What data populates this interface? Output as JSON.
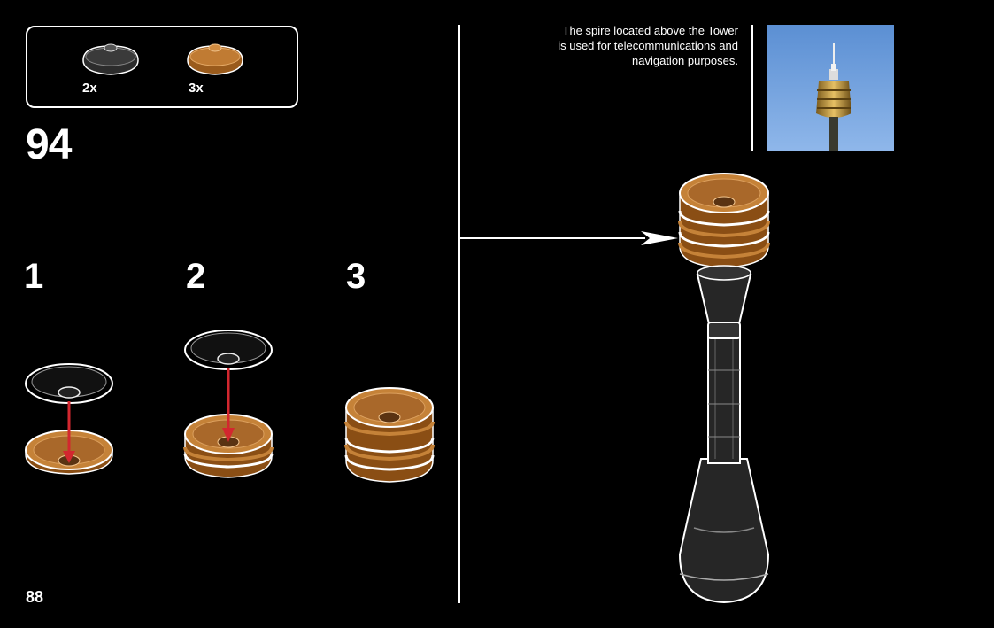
{
  "parts": [
    {
      "quantity": "2x",
      "color": "#3a3a3a"
    },
    {
      "quantity": "3x",
      "color": "#b8732a"
    }
  ],
  "step_number": "94",
  "sub_steps": [
    "1",
    "2",
    "3"
  ],
  "page_number": "88",
  "info": {
    "lines": [
      "The spire located above the Tower",
      "is used for telecommunications and",
      "navigation purposes."
    ]
  },
  "colors": {
    "gold": "#b8732a",
    "dark": "#262626",
    "arrow": "#d3272f"
  }
}
